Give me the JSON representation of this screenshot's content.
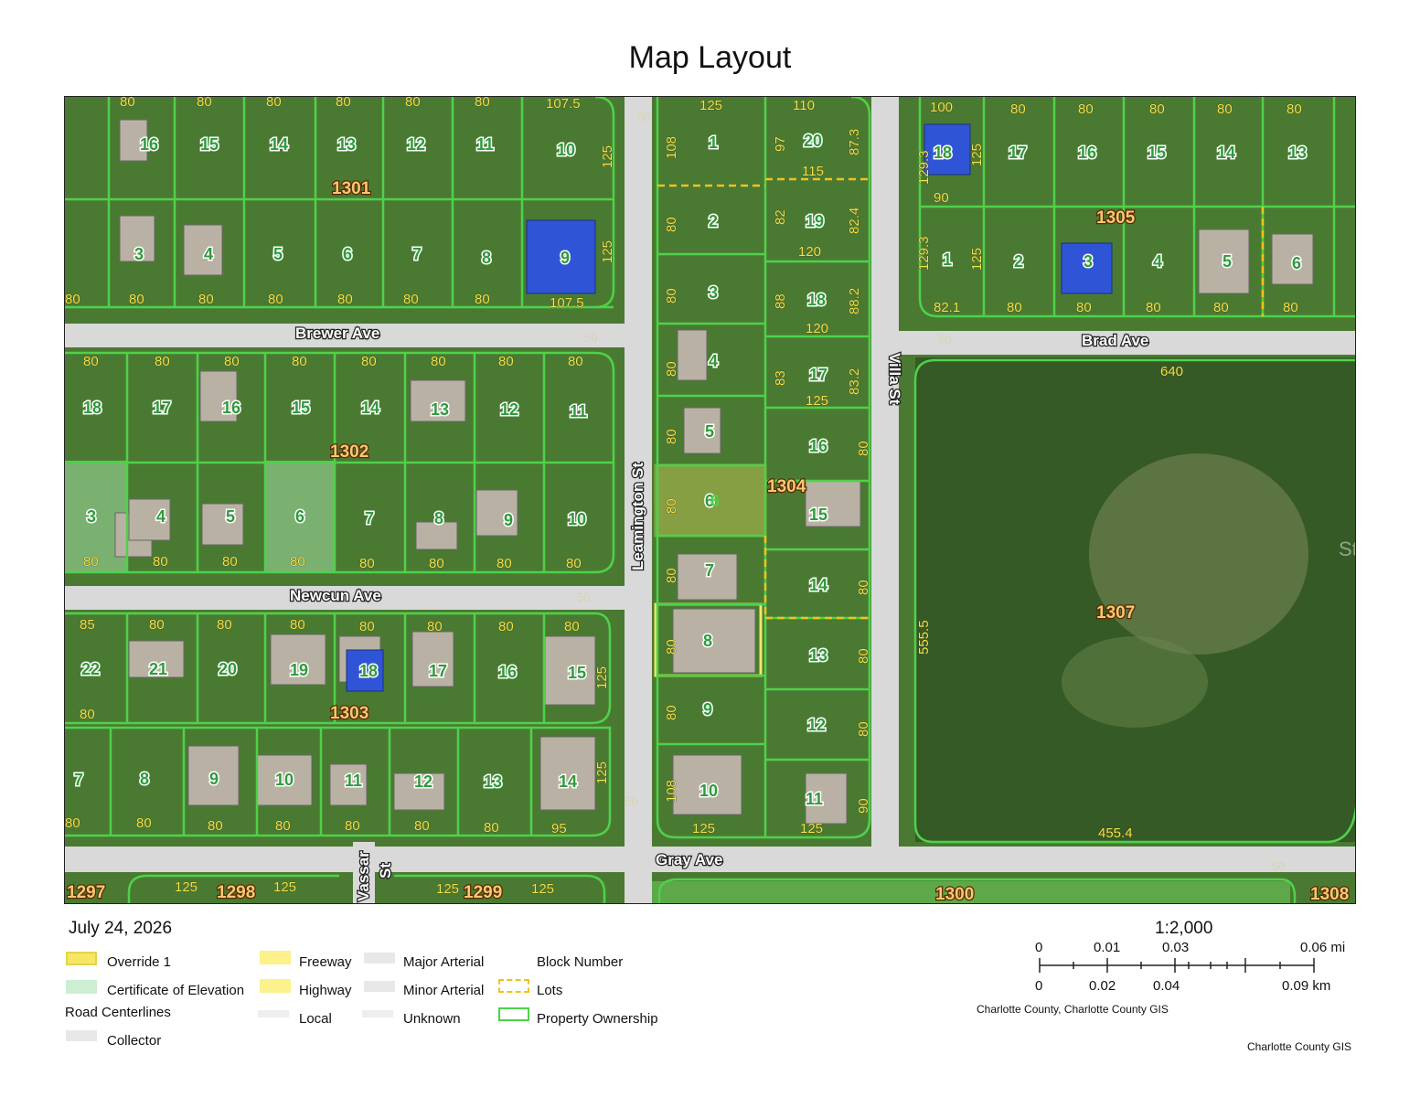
{
  "title": "Map Layout",
  "date": "July 24, 2026",
  "watermark": "StellarMLS",
  "roads": {
    "brewer": "Brewer Ave",
    "brad": "Brad Ave",
    "newcun": "Newcun Ave",
    "gray": "Gray Ave",
    "leamington": "Leamington St",
    "villa": "Villa St",
    "vassar_a": "Vassar",
    "vassar_b": "St"
  },
  "blocks": [
    "1301",
    "1305",
    "1302",
    "1304",
    "1307",
    "1303",
    "1297",
    "1298",
    "1299",
    "1300",
    "1308"
  ],
  "legend": {
    "override": "Override 1",
    "certificate": "Certificate of Elevation",
    "road_centerlines": "Road Centerlines",
    "collector": "Collector",
    "freeway": "Freeway",
    "highway": "Highway",
    "local": "Local",
    "major": "Major Arterial",
    "minor": "Minor Arterial",
    "unknown": "Unknown",
    "block_number": "Block Number",
    "lots": "Lots",
    "property": "Property Ownership"
  },
  "scale": {
    "ratio": "1:2,000",
    "mi_ticks": [
      "0",
      "0.01",
      "0.03",
      "0.06 mi"
    ],
    "km_ticks": [
      "0",
      "0.02",
      "0.04",
      "0.09 km"
    ]
  },
  "credits": {
    "source": "Charlotte County, Charlotte County GIS",
    "publisher": "Charlotte County GIS"
  },
  "colors": {
    "parcel": "#4fd14a",
    "lot_dashed": "#f2c21b",
    "override": "#f5e663",
    "certificate": "#a9e7b0",
    "road": "#d9d9d9"
  }
}
